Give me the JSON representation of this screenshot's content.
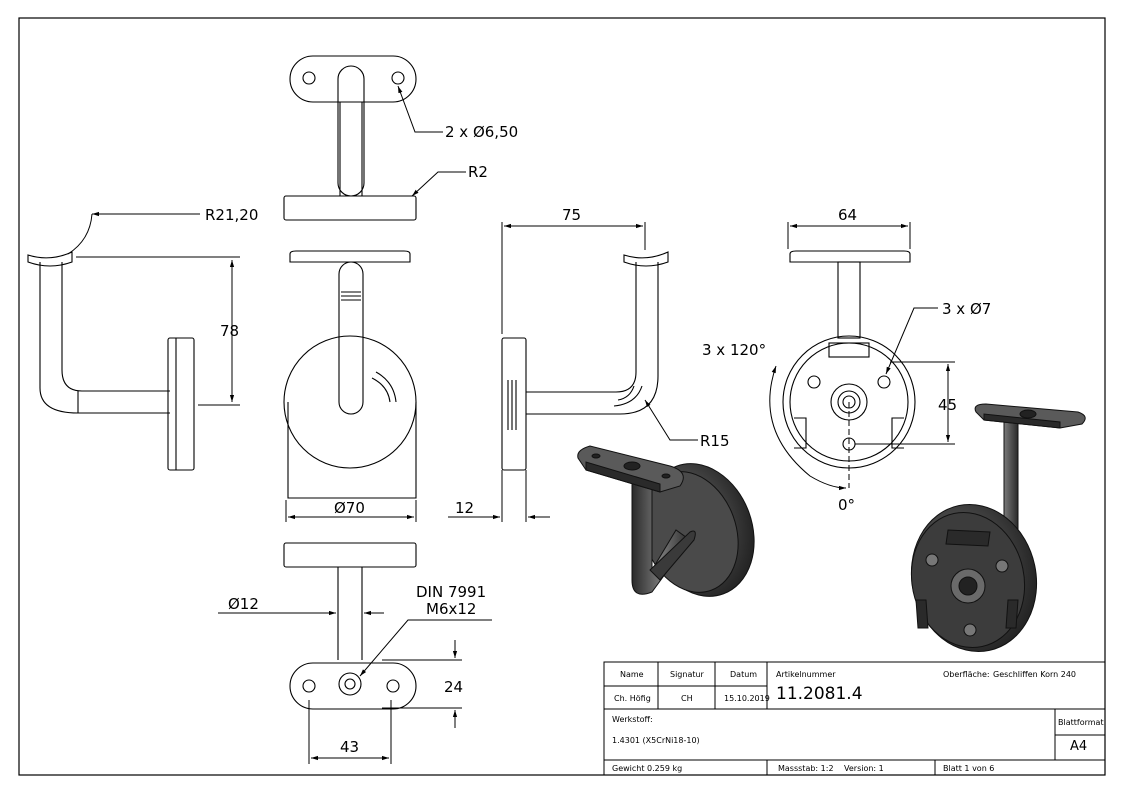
{
  "dimensions": {
    "holes_top": "2 x Ø6,50",
    "radius_small": "R2",
    "radius_large": "R21,20",
    "height_78": "78",
    "width_75": "75",
    "width_64": "64",
    "holes_side": "3 x Ø7",
    "angle_120": "3 x 120°",
    "height_45": "45",
    "radius_15": "R15",
    "diameter_70": "Ø70",
    "thickness_12": "12",
    "angle_0": "0°",
    "diameter_12": "Ø12",
    "screw_standard": "DIN 7991",
    "screw_size": "M6x12",
    "height_24": "24",
    "width_43": "43"
  },
  "title_block": {
    "name_label": "Name",
    "signatur_label": "Signatur",
    "datum_label": "Datum",
    "artikel_label": "Artikelnummer",
    "oberflaeche_label": "Oberfläche:",
    "oberflaeche_value": "Geschliffen Korn 240",
    "name_value": "Ch. Höfig",
    "signatur_value": "CH",
    "datum_value": "15.10.2019",
    "artikel_value": "11.2081.4",
    "werkstoff_label": "Werkstoff:",
    "werkstoff_value": "1.4301 (X5CrNi18-10)",
    "blattformat_label": "Blattformat",
    "blattformat_value": "A4",
    "gewicht": "Gewicht 0.259 kg",
    "massstab": "Massstab: 1:2",
    "version": "Version: 1",
    "blatt": "Blatt 1 von 6"
  }
}
